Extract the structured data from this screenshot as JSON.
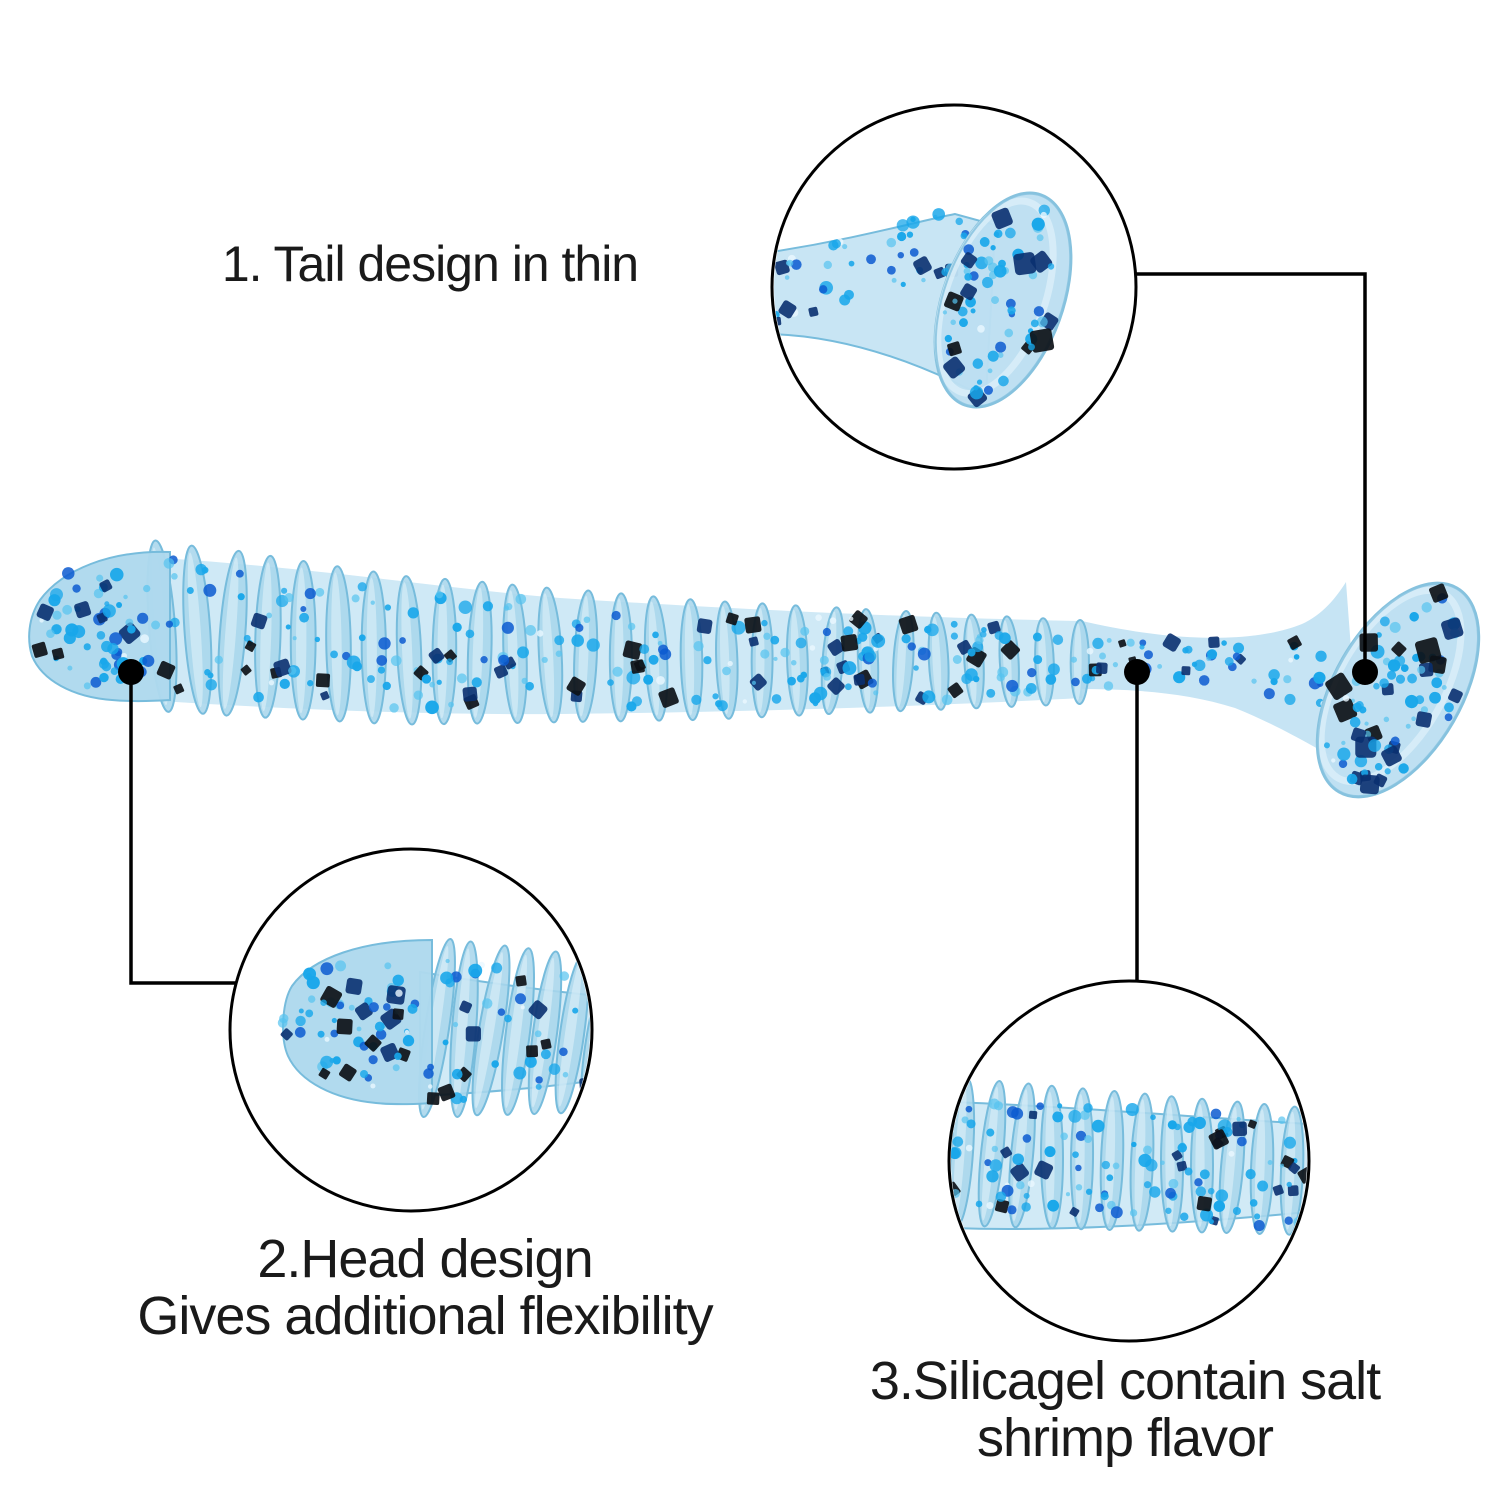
{
  "figure": {
    "type": "product-feature-infographic",
    "subject": "soft-plastic paddle-tail fishing lure, translucent blue with glitter flakes",
    "callouts": [
      {
        "id": "1",
        "lines": [
          "1. Tail design in thin"
        ]
      },
      {
        "id": "2",
        "lines": [
          "2.Head design",
          "Gives additional flexibility"
        ]
      },
      {
        "id": "3",
        "lines": [
          "3.Silicagel contain salt",
          "shrimp flavor"
        ]
      }
    ]
  },
  "colors": {
    "background": "#ffffff",
    "text": "#1a1a1a",
    "line": "#000000",
    "body_core": "#cfe9f6",
    "head_fill": "#aed8ed",
    "shaft_fill": "#c6e4f4",
    "rib_fill": "#a9d6ec",
    "rib_stroke": "#77bcdc",
    "rib_highlight": "#e8f6fc",
    "paddle_fill": "#bcdff1",
    "paddle_edge": "#86c2de",
    "rim_highlight": "#e2f2fa",
    "glitter_bright": "#19a7ea",
    "glitter_sky": "#55c3f0",
    "glitter_royal": "#0c5bd0",
    "glitter_navy": "#0a3070",
    "glitter_black": "#0d1117",
    "glitter_sparkle": "#eaf8ff"
  }
}
